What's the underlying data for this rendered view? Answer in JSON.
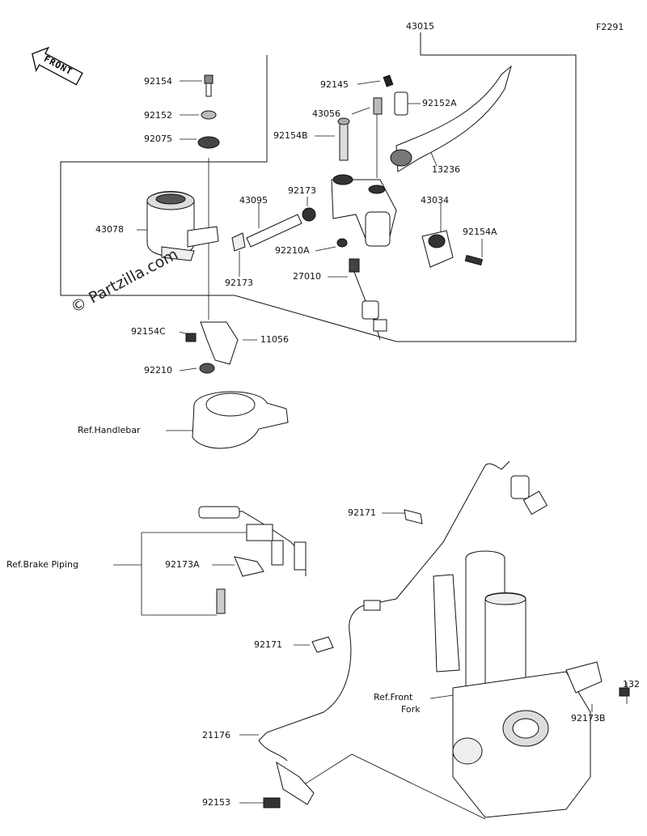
{
  "figure_code": "F2291",
  "watermark": "© Partzilla.com",
  "front_label": "FRONT",
  "parts": [
    {
      "id": "p43015",
      "text": "43015"
    },
    {
      "id": "p92154",
      "text": "92154"
    },
    {
      "id": "p92145",
      "text": "92145"
    },
    {
      "id": "p92152A",
      "text": "92152A"
    },
    {
      "id": "p92152",
      "text": "92152"
    },
    {
      "id": "p43056",
      "text": "43056"
    },
    {
      "id": "p92075",
      "text": "92075"
    },
    {
      "id": "p92154B",
      "text": "92154B"
    },
    {
      "id": "p13236",
      "text": "13236"
    },
    {
      "id": "p43095",
      "text": "43095"
    },
    {
      "id": "p92173_top",
      "text": "92173"
    },
    {
      "id": "p43034",
      "text": "43034"
    },
    {
      "id": "p43078",
      "text": "43078"
    },
    {
      "id": "p92154A",
      "text": "92154A"
    },
    {
      "id": "p92210A",
      "text": "92210A"
    },
    {
      "id": "p92173_low",
      "text": "92173"
    },
    {
      "id": "p27010",
      "text": "27010"
    },
    {
      "id": "p92154C",
      "text": "92154C"
    },
    {
      "id": "p11056",
      "text": "11056"
    },
    {
      "id": "p92210",
      "text": "92210"
    },
    {
      "id": "ref_handlebar",
      "text": "Ref.Handlebar"
    },
    {
      "id": "p92171_top",
      "text": "92171"
    },
    {
      "id": "ref_brake_piping",
      "text": "Ref.Brake Piping"
    },
    {
      "id": "p92173A",
      "text": "92173A"
    },
    {
      "id": "p92171_low",
      "text": "92171"
    },
    {
      "id": "ref_front_fork_1",
      "text": "Ref.Front"
    },
    {
      "id": "ref_front_fork_2",
      "text": "Fork"
    },
    {
      "id": "p132",
      "text": "132"
    },
    {
      "id": "p92173B",
      "text": "92173B"
    },
    {
      "id": "p21176",
      "text": "21176"
    },
    {
      "id": "p92153",
      "text": "92153"
    }
  ]
}
